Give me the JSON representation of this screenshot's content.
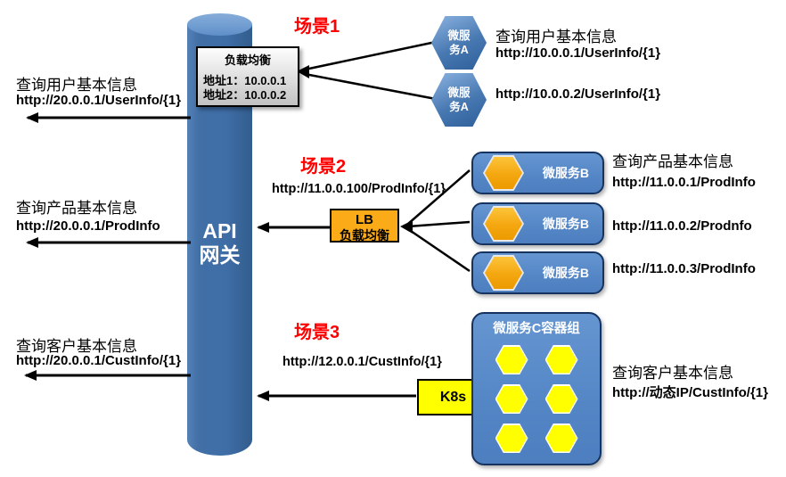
{
  "diagram": {
    "gateway": {
      "line1": "API",
      "line2": "网关"
    },
    "s1": {
      "title": "场景1",
      "lb": {
        "title": "负载均衡",
        "addr1": "地址1：10.0.0.1",
        "addr2": "地址2：10.0.0.2"
      },
      "left_caption": "查询用户基本信息",
      "left_url": "http://20.0.0.1/UserInfo/{1}",
      "svc_line1": "微服",
      "svc_line2": "务A",
      "right_caption": "查询用户基本信息",
      "right_url1": "http://10.0.0.1/UserInfo/{1}",
      "right_url2": "http://10.0.0.2/UserInfo/{1}"
    },
    "s2": {
      "title": "场景2",
      "request_url": "http://11.0.0.100/ProdInfo/{1}",
      "lb_line1": "LB",
      "lb_line2": "负载均衡",
      "left_caption": "查询产品基本信息",
      "left_url": "http://20.0.0.1/ProdInfo",
      "right_caption": "查询产品基本信息",
      "services": [
        {
          "label": "微服务B",
          "url": "http://11.0.0.1/ProdInfo"
        },
        {
          "label": "微服务B",
          "url": "http://11.0.0.2/Prodnfo"
        },
        {
          "label": "微服务B",
          "url": "http://11.0.0.3/ProdInfo"
        }
      ]
    },
    "s3": {
      "title": "场景3",
      "request_url": "http://12.0.0.1/CustInfo/{1}",
      "k8s_label": "K8s",
      "left_caption": "查询客户基本信息",
      "left_url": "http://20.0.0.1/CustInfo/{1}",
      "group_title": "微服务C容器组",
      "right_caption": "查询客户基本信息",
      "right_url": "http://动态IP/CustInfo/{1}"
    },
    "colors": {
      "cylinder_blue": "#3f6da6",
      "cylinder_top_blue": "#6b99cf",
      "service_box_blue": "#5486c6",
      "hex_service_a_blue": "#4878b1",
      "hex_orange": "#f4a710",
      "hex_yellow": "#ffff00",
      "lb_box_orange": "#fbab17",
      "k8s_yellow": "#ffff00",
      "scene_title_red": "#ff0000",
      "gray_box": "#e3e3e3",
      "arrow_black": "#000000"
    }
  }
}
